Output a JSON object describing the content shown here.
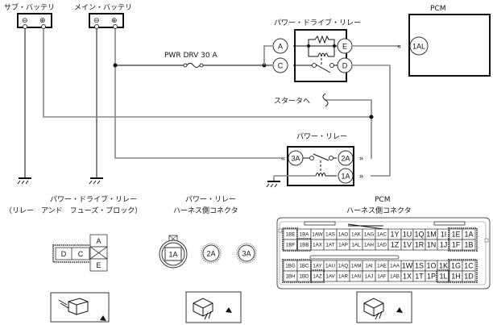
{
  "title": "Power drive relay / power relay wiring diagram",
  "batteries": {
    "sub": {
      "label": "サブ・バッテリ",
      "neg": "⊖",
      "pos": "⊕"
    },
    "main": {
      "label": "メイン・バッテリ",
      "neg": "⊖",
      "pos": "⊕"
    }
  },
  "fuse": {
    "label": "PWR DRV 30 A"
  },
  "power_drive_relay": {
    "label": "パワー・ドライブ・リレー",
    "pins": [
      "A",
      "E",
      "C",
      "D"
    ]
  },
  "pcm": {
    "label": "PCM",
    "pin": "1AL"
  },
  "starter": {
    "label": "スタータへ"
  },
  "power_relay": {
    "label": "パワー・リレー",
    "pins": [
      "3A",
      "2A",
      "1A"
    ]
  },
  "connectors": {
    "pdr": {
      "title_line1": "パワー・ドライブ・リレー",
      "title_line2": "（リレー　アンド　フューズ・ブロック）",
      "cells": [
        "D",
        "C",
        "A",
        "E"
      ]
    },
    "pr": {
      "title_line1": "パワー・リレー",
      "title_line2": "ハーネス側コネクタ",
      "pins": [
        "1A",
        "2A",
        "3A"
      ]
    },
    "pcm": {
      "title_line1": "PCM",
      "title_line2": "ハーネス側コネクタ",
      "upper_rows": [
        [
          "1BE",
          "1BA",
          "1AW",
          "1AS",
          "1AO",
          "1AK",
          "1AG",
          "1AC",
          "1Y",
          "1U",
          "1Q",
          "1M",
          "1I",
          "1E",
          "1A"
        ],
        [
          "1BF",
          "1BB",
          "1AX",
          "1AT",
          "1AP",
          "1AL",
          "1AH",
          "1AD",
          "1Z",
          "1V",
          "1R",
          "1N",
          "1J",
          "1F",
          "1B"
        ]
      ],
      "lower_rows": [
        [
          "1BG",
          "1BC",
          "1AY",
          "1AU",
          "1AQ",
          "1AM",
          "1AI",
          "1AE",
          "1AA",
          "1W",
          "1S",
          "1O",
          "1K",
          "1G",
          "1C"
        ],
        [
          "1BH",
          "1BD",
          "1AZ",
          "1AV",
          "1AR",
          "1AN",
          "1AJ",
          "1AF",
          "1AB",
          "1X",
          "1T",
          "1P",
          "1L",
          "1H",
          "1D"
        ]
      ]
    }
  }
}
